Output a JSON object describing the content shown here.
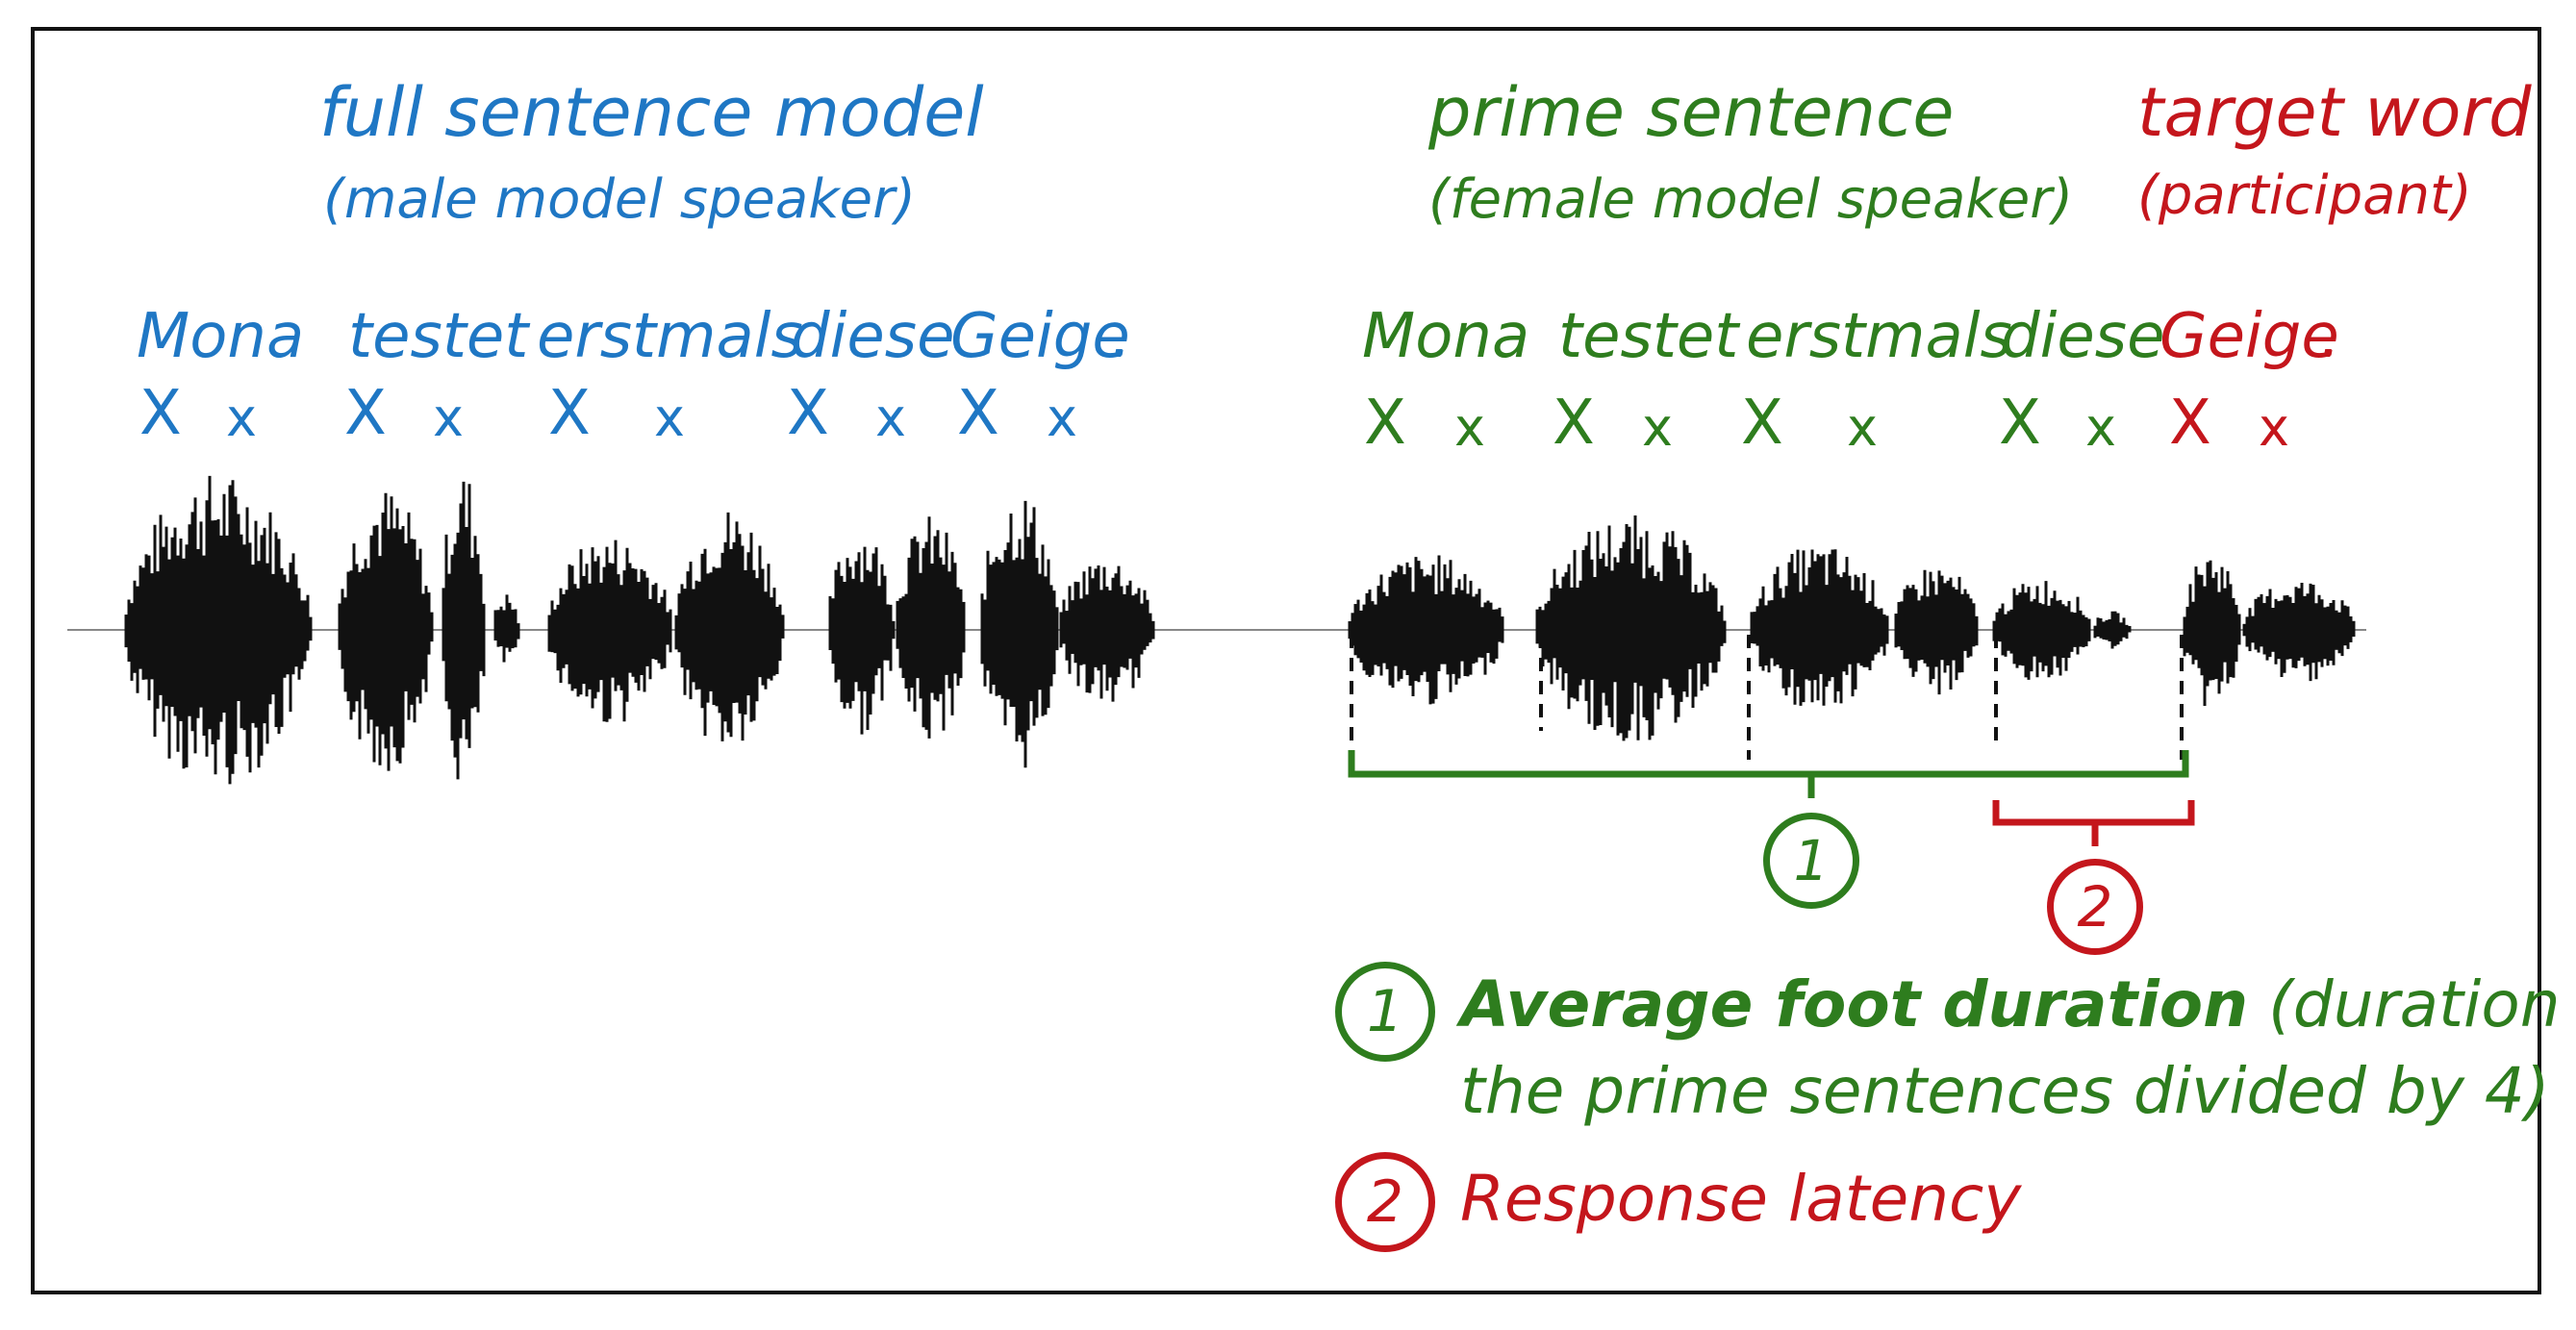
{
  "colors": {
    "blue": "#1f77c4",
    "green": "#2e7d1e",
    "red": "#c4161c",
    "wave": "#111111"
  },
  "model": {
    "title": "full sentence model",
    "subtitle": "(male model speaker)",
    "words": [
      "Mona",
      "testet",
      "erstmals",
      "diese",
      "Geige",
      "."
    ],
    "stress": [
      "X",
      "x",
      "X",
      "x",
      "X",
      "x",
      "X",
      "x",
      "X",
      "x"
    ]
  },
  "prime": {
    "title": "prime sentence",
    "subtitle": "(female model speaker)",
    "words": [
      "Mona",
      "testet",
      "erstmals",
      "diese"
    ],
    "stress": [
      "X",
      "x",
      "X",
      "x",
      "X",
      "x",
      "X",
      "x"
    ]
  },
  "target": {
    "title": "target word",
    "subtitle": "(participant)",
    "word": "Geige",
    "period": ".",
    "stress": [
      "X",
      "x"
    ]
  },
  "markers": {
    "one": "1",
    "two": "2"
  },
  "legend": {
    "item1_num": "1",
    "item1_bold": "Average foot duration",
    "item1_rest_line1": "(duration of",
    "item1_line2": "the prime sentences divided by 4)",
    "item2_num": "2",
    "item2_text": "Response latency"
  }
}
